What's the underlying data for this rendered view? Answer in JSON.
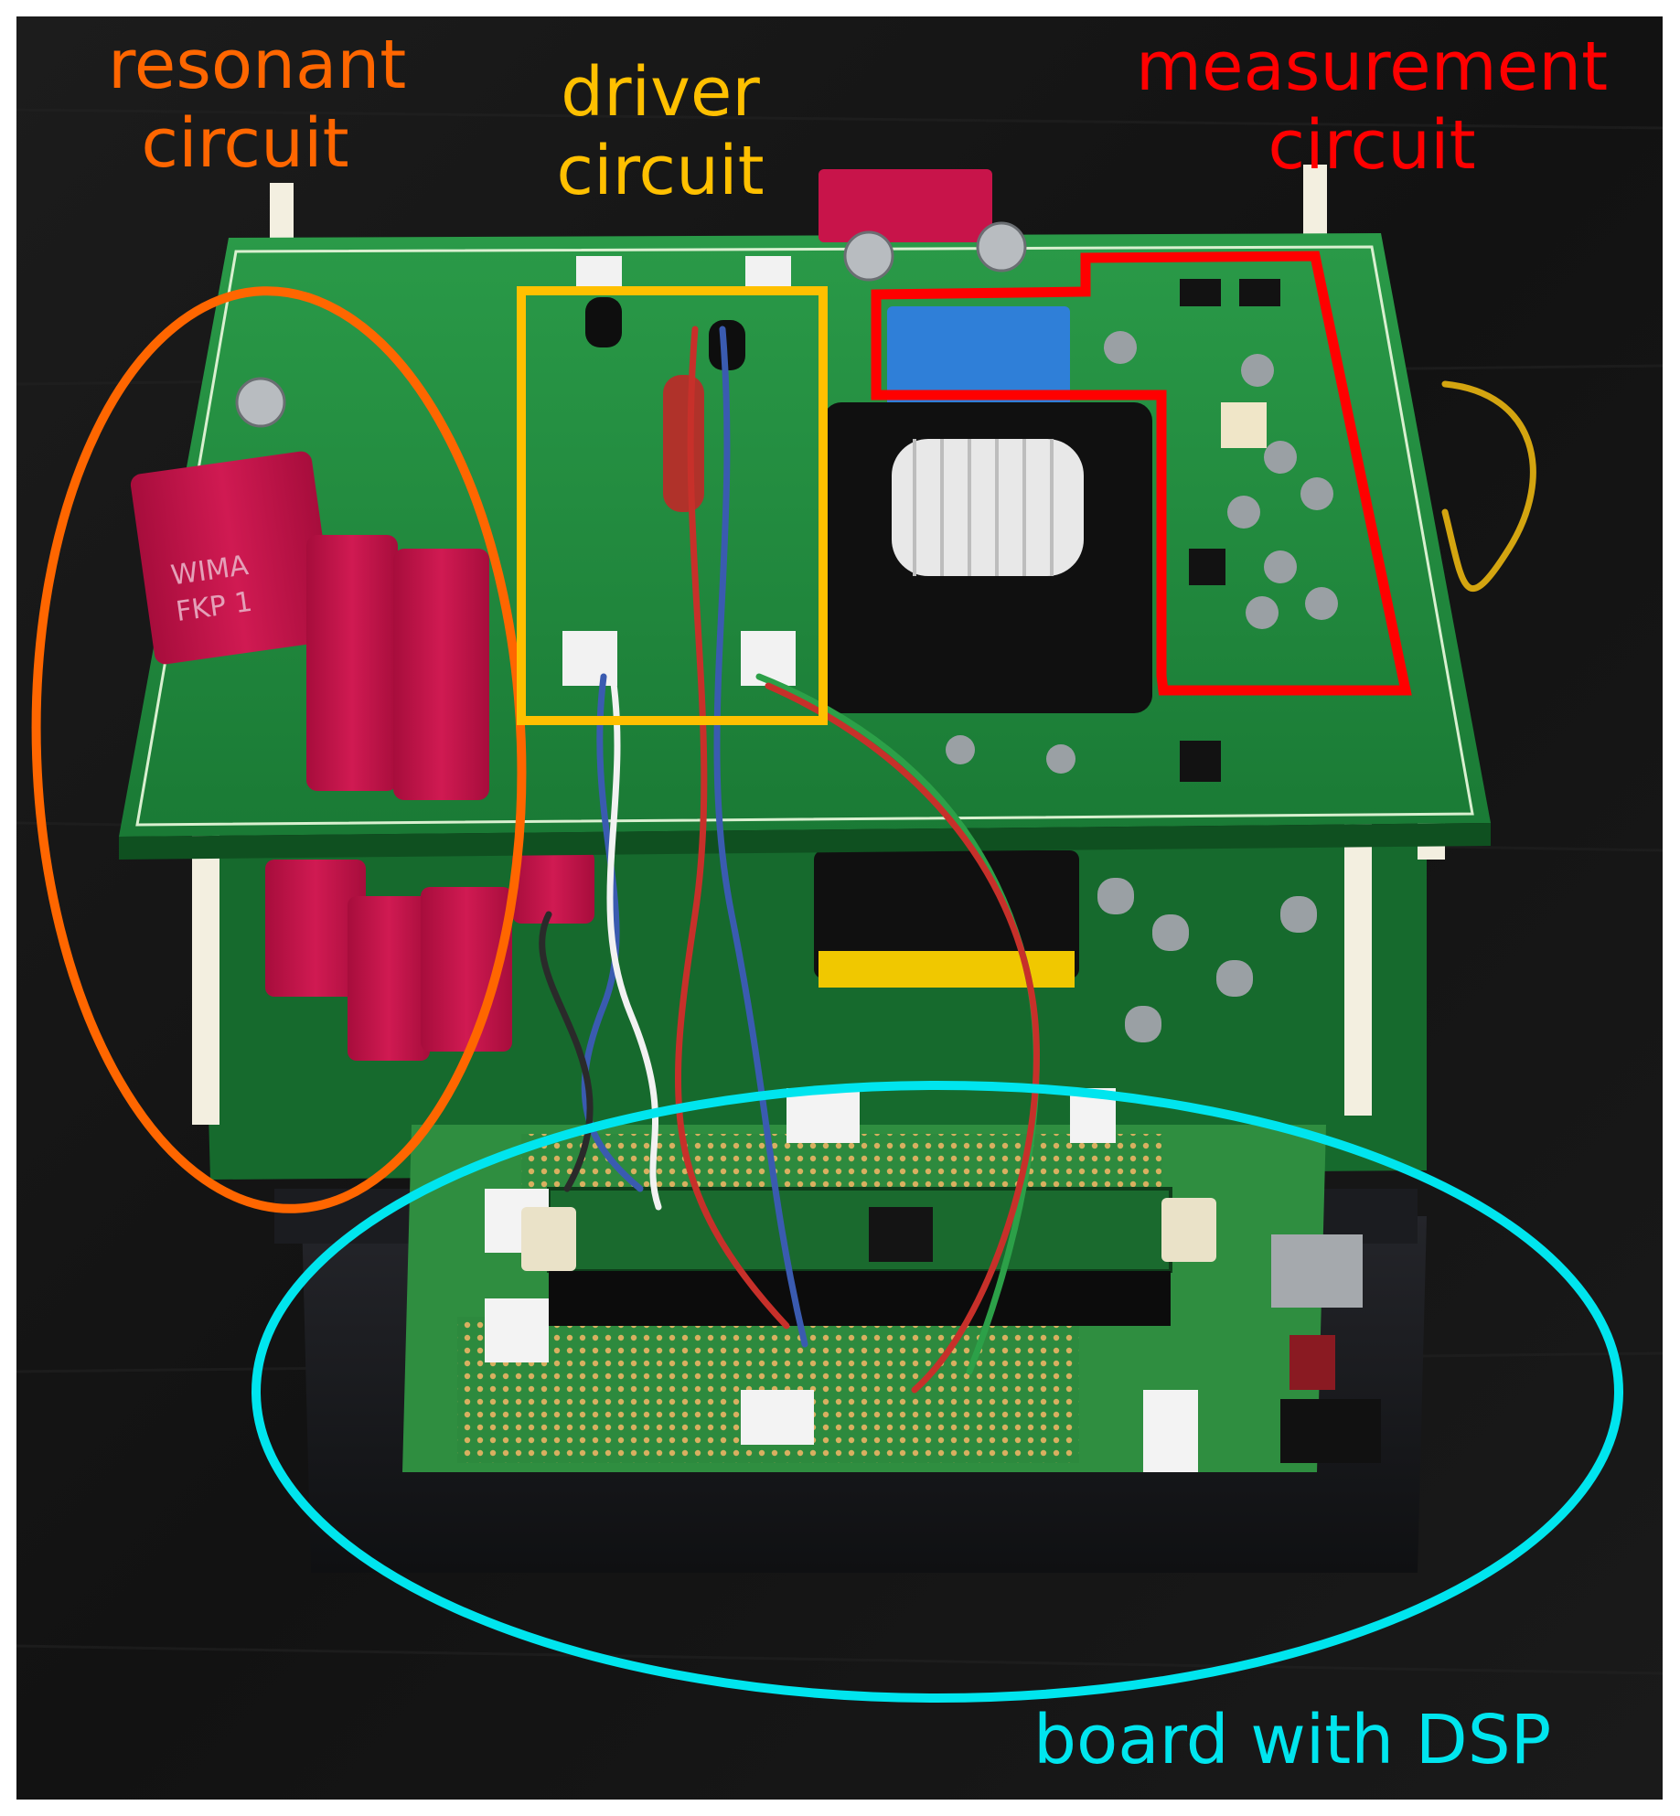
{
  "annotations": {
    "resonant": {
      "line1": "resonant",
      "line2": "circuit",
      "color": "#ff6600"
    },
    "driver": {
      "line1": "driver",
      "line2": "circuit",
      "color": "#ffc000"
    },
    "measurement": {
      "line1": "measurement",
      "line2": "circuit",
      "color": "#ff0000"
    },
    "dsp": {
      "line1": "board with DSP",
      "color": "#00e5ee"
    }
  },
  "colors": {
    "table": "#161616",
    "pcb": "#1f8a3c",
    "pcb_dark": "#166a2d",
    "capacitor": "#c8144a",
    "dsp_box": "#1b1c20",
    "transformer_core": "#101010",
    "winding": "#e8e8e8",
    "relay_blue": "#2f7fd8",
    "proto_board": "#c9a25a"
  }
}
